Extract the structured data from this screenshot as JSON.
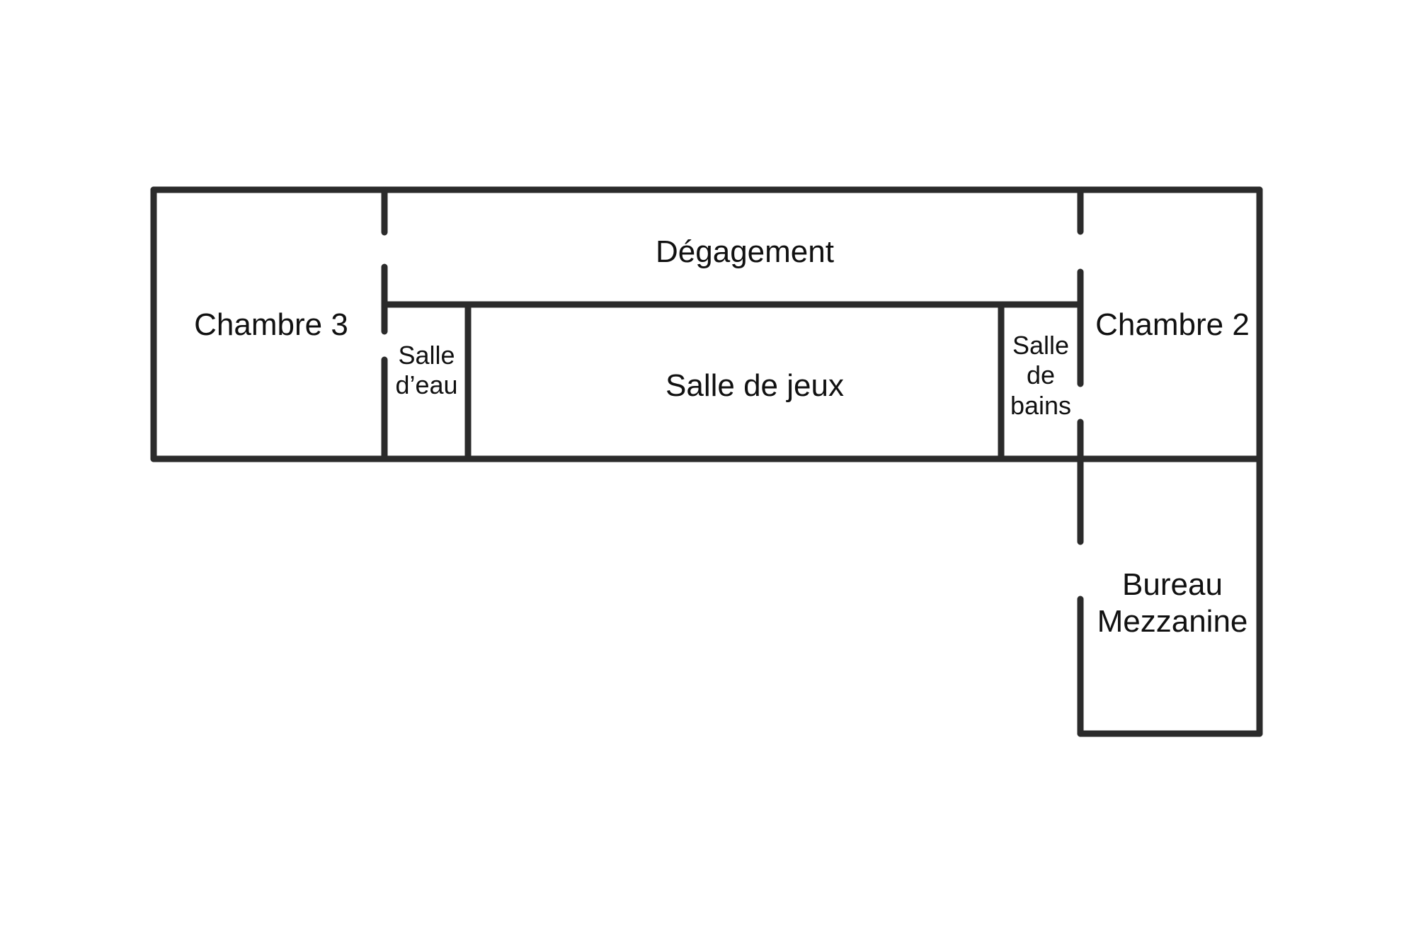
{
  "rooms": {
    "degagement": "Dégagement",
    "chambre3": "Chambre 3",
    "chambre2": "Chambre 2",
    "salle_eau": "Salle\nd’eau",
    "salle_jeux": "Salle de jeux",
    "salle_bains": "Salle\nde\nbains",
    "bureau": "Bureau\nMezzanine"
  },
  "colors": {
    "wall": "#2b2b2b",
    "text": "#111111",
    "background": "#ffffff"
  }
}
